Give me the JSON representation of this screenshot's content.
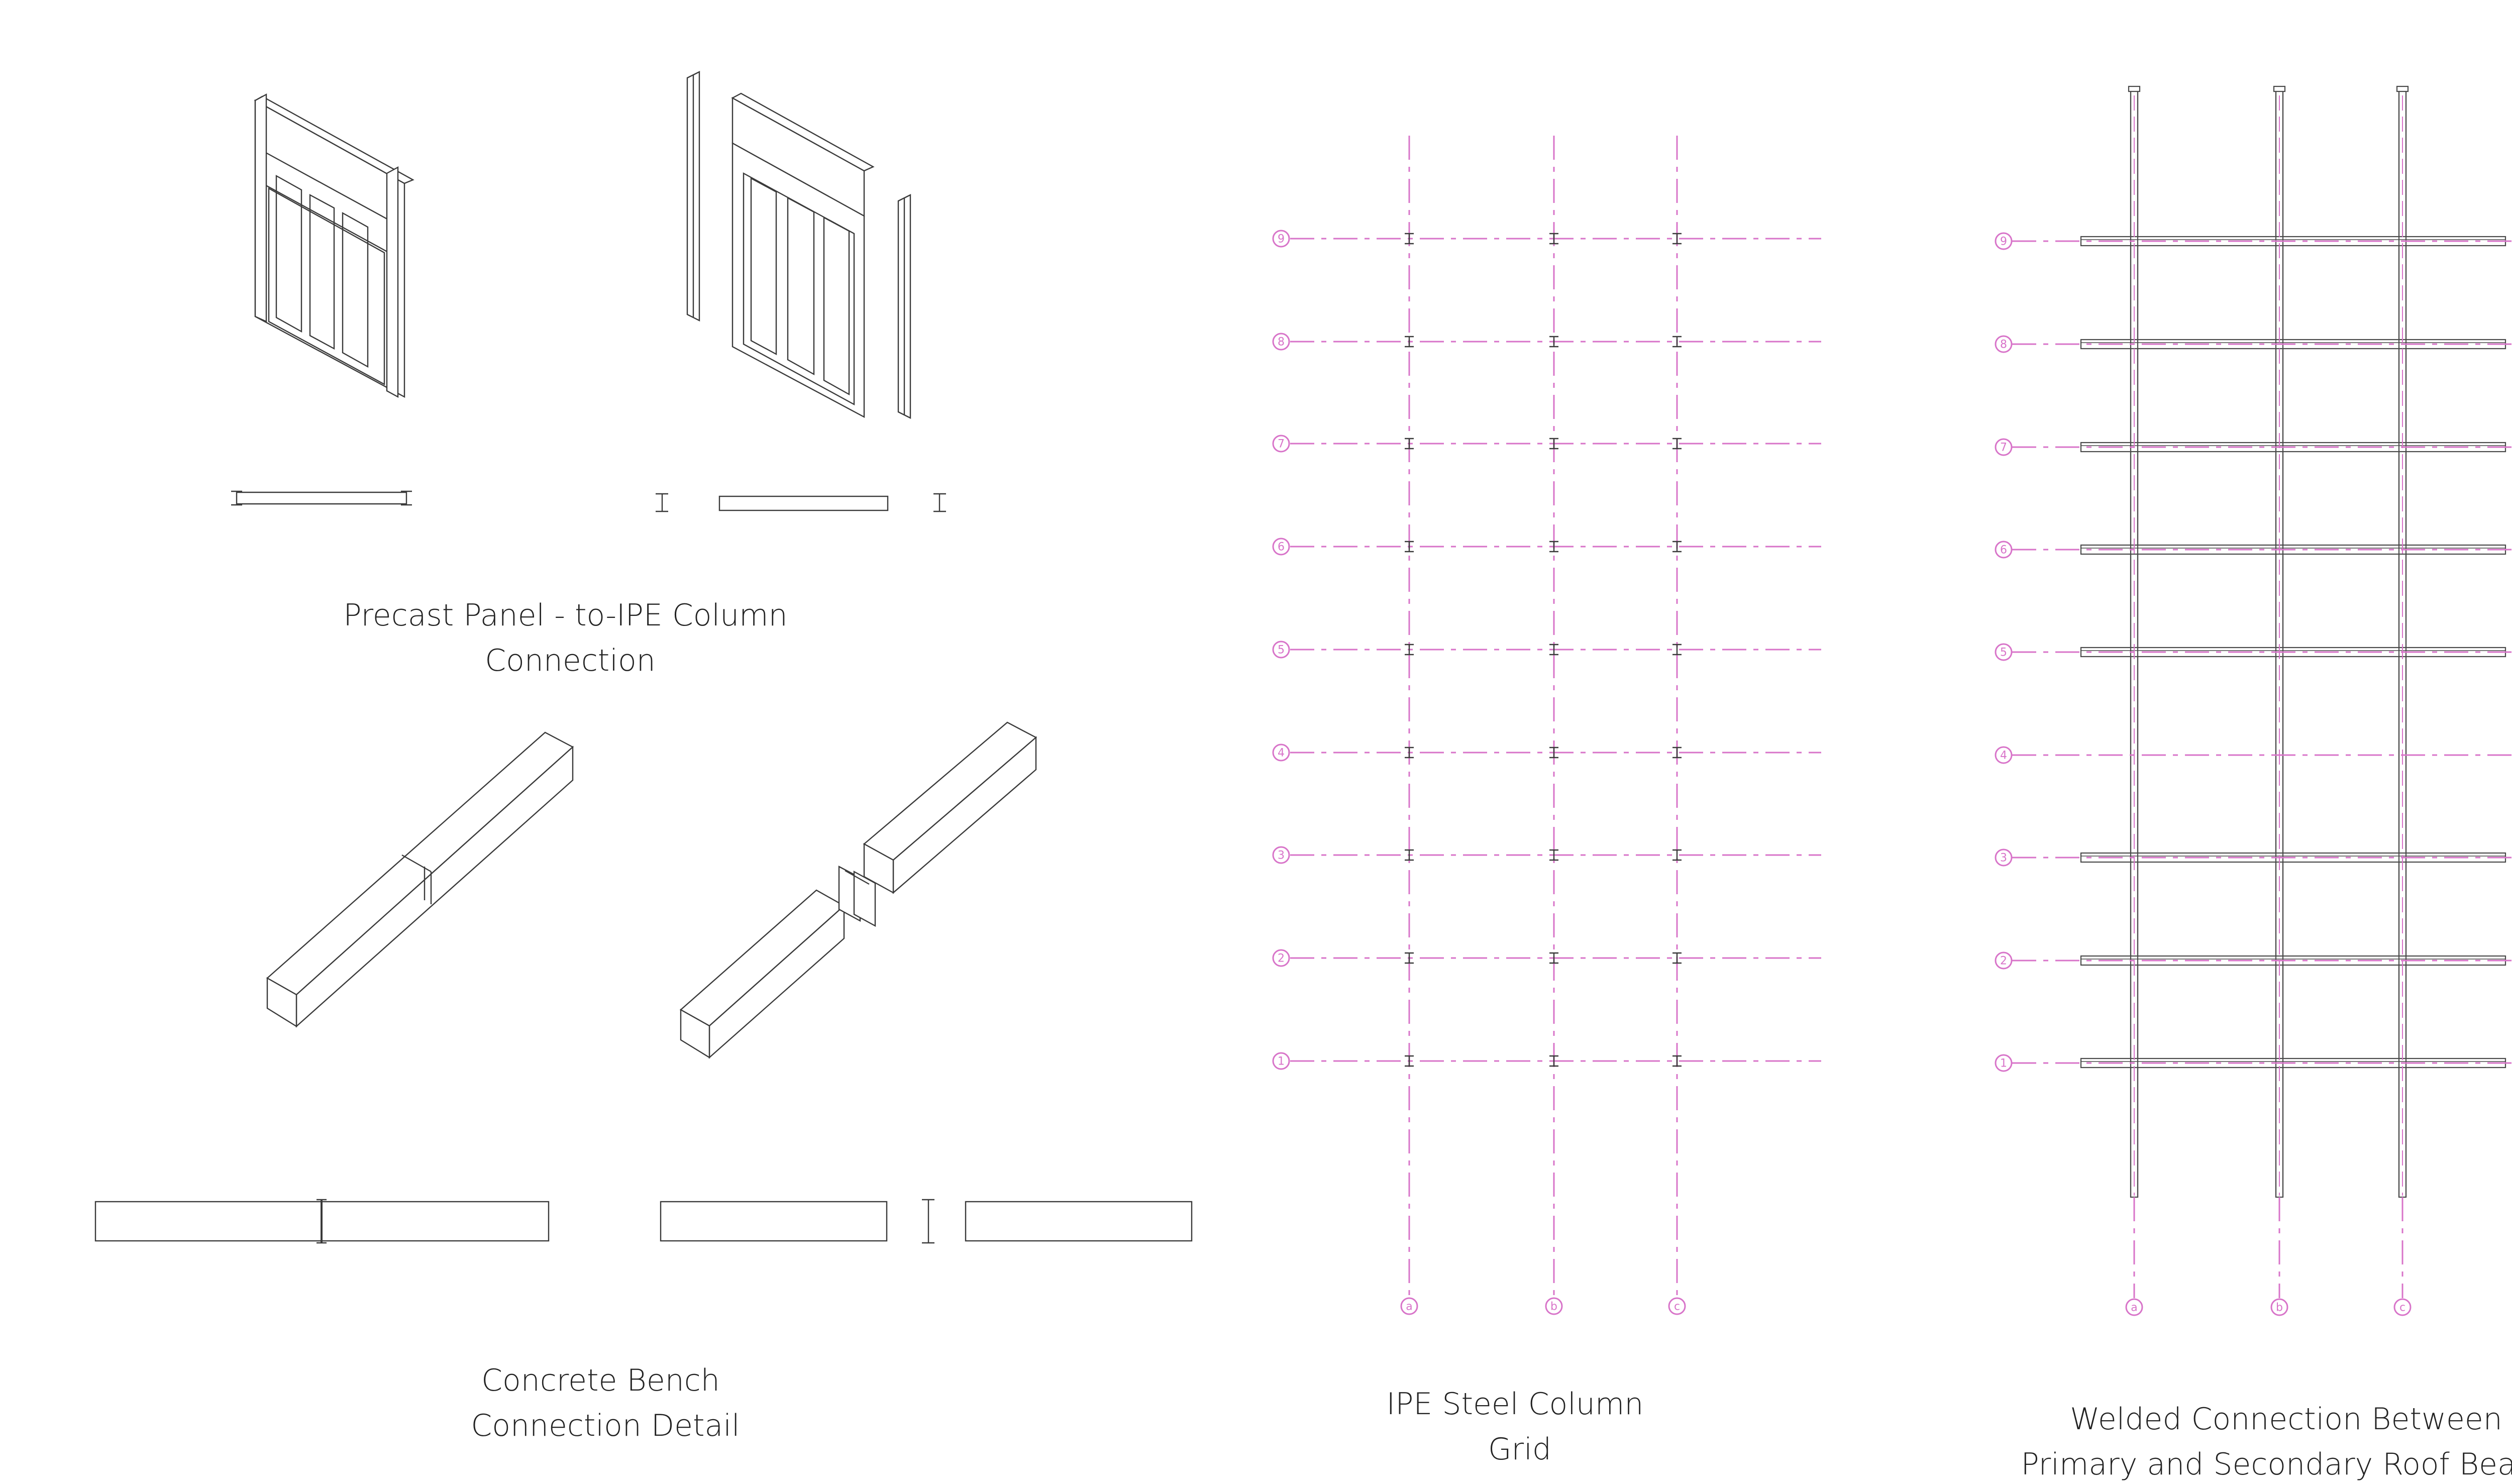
{
  "captions": {
    "panel": [
      "Precast Panel - to-IPE Column",
      "Connection"
    ],
    "bench": [
      "Concrete Bench",
      "Connection Detail"
    ],
    "column_grid": [
      "IPE Steel Column",
      "Grid"
    ],
    "welded": [
      "Welded Connection Between",
      "Primary and Secondary Roof Beams"
    ]
  },
  "grid": {
    "row_labels": [
      "9",
      "8",
      "7",
      "6",
      "5",
      "4",
      "3",
      "2",
      "1"
    ],
    "col_labels": [
      "a",
      "b",
      "c"
    ]
  },
  "colors": {
    "grid_line": "#d874c9",
    "ink": "#3a3a3a"
  }
}
